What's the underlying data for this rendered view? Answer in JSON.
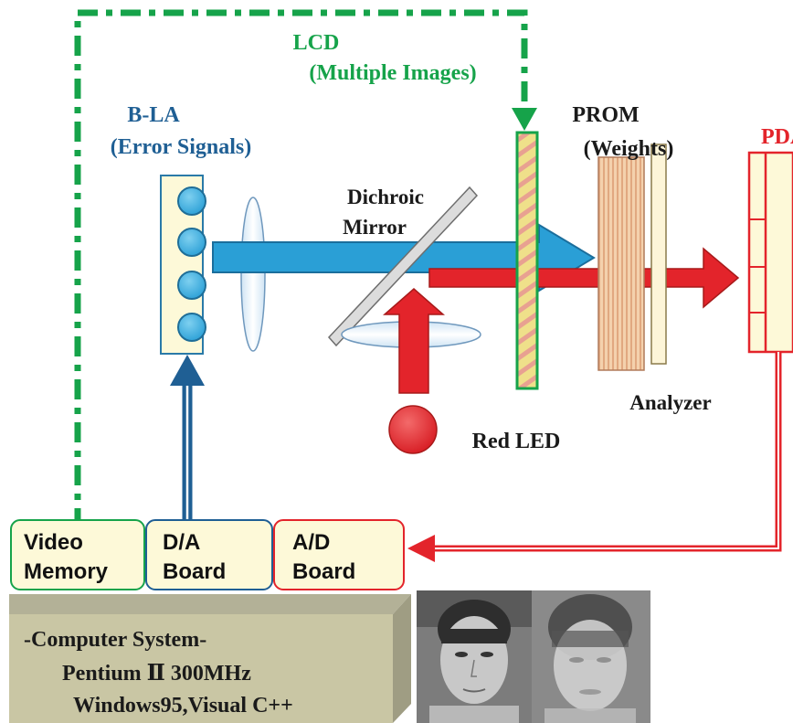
{
  "colors": {
    "green": "#16a34a",
    "blue_label": "#1f5f94",
    "red": "#e3242b",
    "blue_beam": "#2a9fd6",
    "navy_arrow": "#1f5f94",
    "board_fill": "#fdf9d8",
    "computer_top": "#b3b197",
    "computer_front": "#c9c6a4",
    "computer_side": "#9f9d83"
  },
  "labels": {
    "lcd_line1": "LCD",
    "lcd_line2": "(Multiple Images)",
    "bla_line1": "B-LA",
    "bla_line2": "(Error Signals)",
    "prom_line1": "PROM",
    "prom_line2": "(Weights)",
    "pda": "PDA",
    "dichroic_line1": "Dichroic",
    "dichroic_line2": "Mirror",
    "analyzer": "Analyzer",
    "red_led": "Red LED"
  },
  "boards": [
    {
      "line1": "Video",
      "line2": "Memory"
    },
    {
      "line1": "D/A",
      "line2": "Board"
    },
    {
      "line1": "A/D",
      "line2": "Board"
    }
  ],
  "computer": {
    "title": "-Computer System-",
    "cpu": "Pentium Ⅱ 300MHz",
    "software": "Windows95,Visual C++"
  },
  "photos": [
    {
      "icon": "face-photo-sharp-icon"
    },
    {
      "icon": "face-photo-blurred-icon"
    }
  ]
}
